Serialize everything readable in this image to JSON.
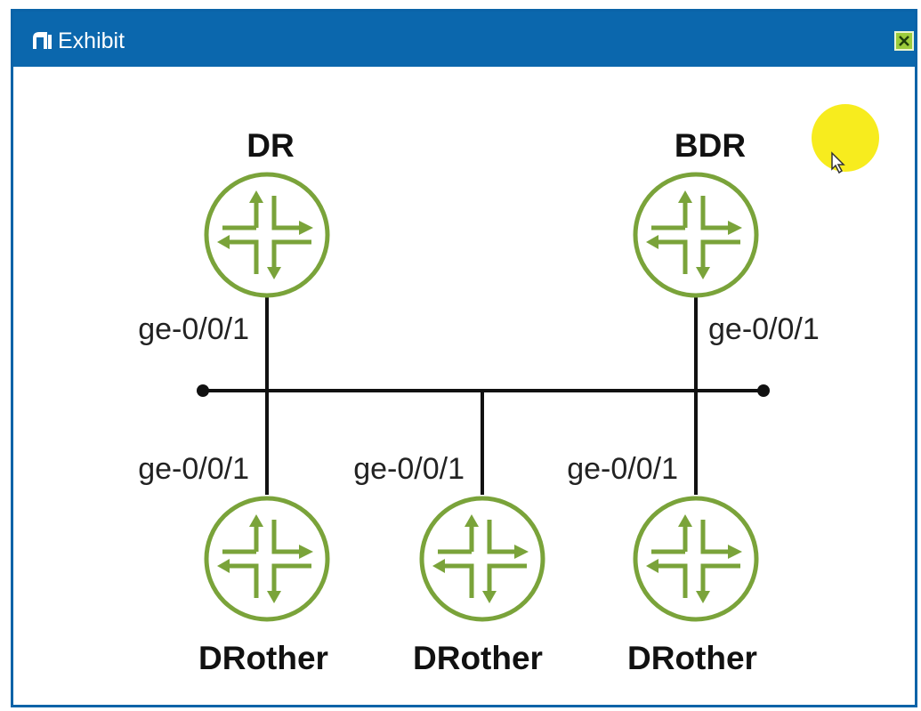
{
  "window": {
    "title": "Exhibit",
    "title_icon": "exhibit-icon",
    "close_icon": "close-icon",
    "titlebar_color": "#0b67ad",
    "close_color": "#9ccc3c"
  },
  "diagram": {
    "router_color": "#7aa33a",
    "line_color": "#111111",
    "routers": {
      "dr": {
        "role": "DR",
        "port": "ge-0/0/1"
      },
      "bdr": {
        "role": "BDR",
        "port": "ge-0/0/1"
      },
      "drother1": {
        "role": "DRother",
        "port": "ge-0/0/1"
      },
      "drother2": {
        "role": "DRother",
        "port": "ge-0/0/1"
      },
      "drother3": {
        "role": "DRother",
        "port": "ge-0/0/1"
      }
    }
  }
}
